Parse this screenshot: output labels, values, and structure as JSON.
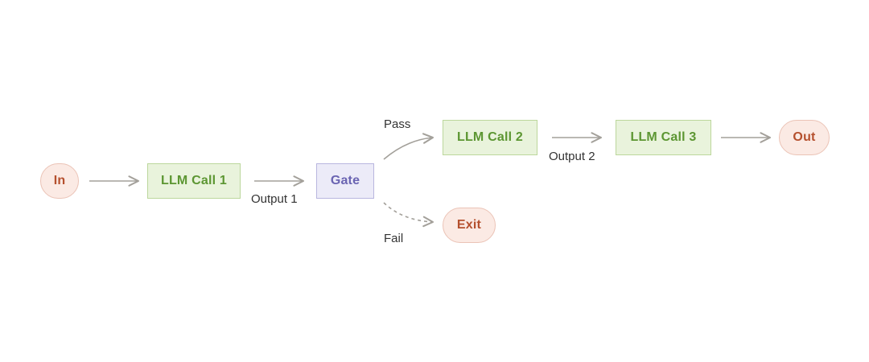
{
  "nodes": {
    "in": "In",
    "llm_call_1": "LLM Call 1",
    "gate": "Gate",
    "llm_call_2": "LLM Call 2",
    "llm_call_3": "LLM Call 3",
    "out": "Out",
    "exit": "Exit"
  },
  "edge_labels": {
    "output_1": "Output 1",
    "pass": "Pass",
    "fail": "Fail",
    "output_2": "Output 2"
  },
  "colors": {
    "edge": "#a3a09a",
    "terminal_fill": "#fbeae4",
    "terminal_text": "#b5502e",
    "llm_fill": "#e9f3dc",
    "llm_text": "#5c9632",
    "gate_fill": "#ecebf8",
    "gate_text": "#6a64b2"
  }
}
